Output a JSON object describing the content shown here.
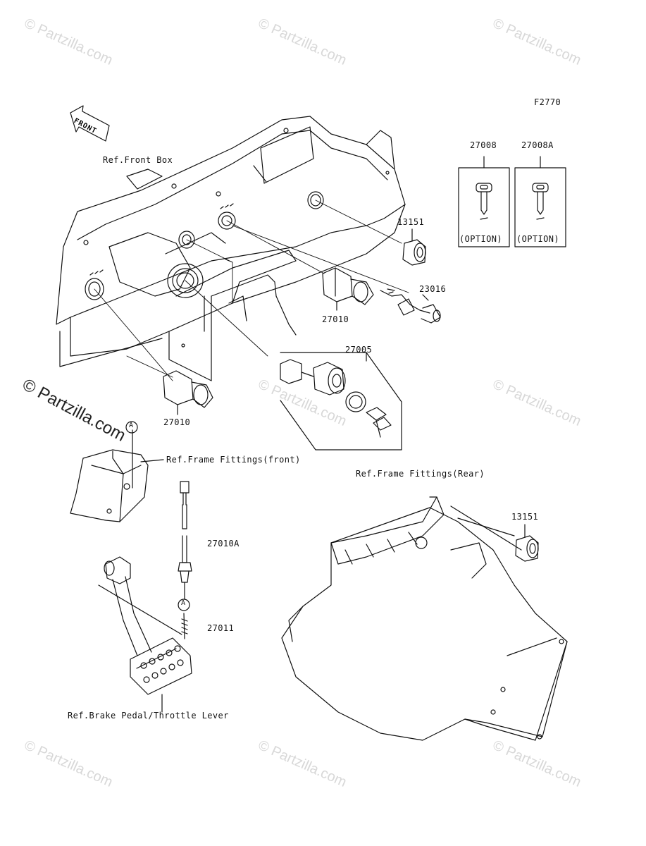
{
  "diagram": {
    "code": "F2770",
    "front_label": "FRONT",
    "watermark": "© Partzilla.com",
    "watermark_positions_count": 9,
    "refs": {
      "front_box": "Ref.Front Box",
      "frame_front": "Ref.Frame Fittings(front)",
      "frame_rear": "Ref.Frame Fittings(Rear)",
      "brake_pedal": "Ref.Brake Pedal/Throttle Lever"
    },
    "parts": {
      "p27008": "27008",
      "p27008A": "27008A",
      "option1": "(OPTION)",
      "option2": "(OPTION)",
      "p13151_top": "13151",
      "p23016": "23016",
      "p27010_top": "27010",
      "p27005": "27005",
      "p27010_bottom": "27010",
      "p27010A": "27010A",
      "p27011": "27011",
      "p13151_rear": "13151",
      "marker_a1": "A",
      "marker_a2": "A"
    }
  }
}
